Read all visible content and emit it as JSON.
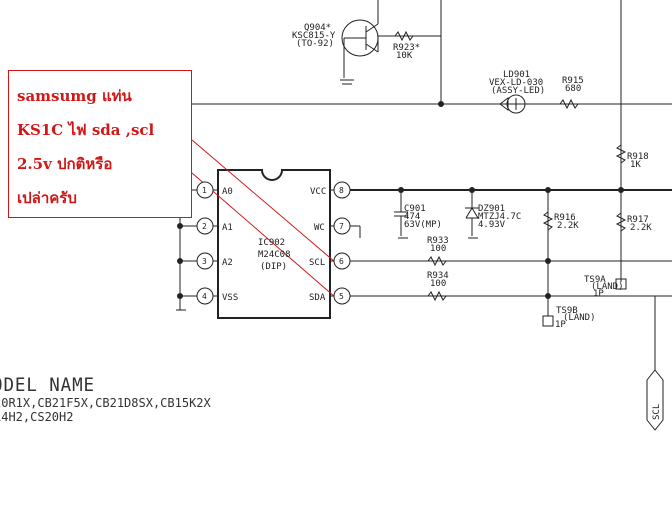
{
  "note": {
    "lines": [
      "samsumg แท่น",
      "KS1C  ไฟ  sda ,scl",
      "2.5v  ปกติหรือ",
      "เปล่าครับ"
    ],
    "color": "#d01818"
  },
  "components": {
    "q904": {
      "name": "Q904*",
      "part": "KSC815-Y",
      "package": "(TO-92)"
    },
    "r923": {
      "name": "R923*",
      "value": "10K"
    },
    "ld901": {
      "name": "LD901",
      "part": "VEX-LD-030",
      "note": "(ASSY-LED)"
    },
    "r915": {
      "name": "R915",
      "value": "680"
    },
    "r918": {
      "name": "R918",
      "value": "1K"
    },
    "r917": {
      "name": "R917",
      "value": "2.2K"
    },
    "r916": {
      "name": "R916",
      "value": "2.2K"
    },
    "c901": {
      "name": "C901",
      "value": "474",
      "rating": "63V(MP)"
    },
    "dz901": {
      "name": "DZ901",
      "part": "MTZJ4.7C",
      "voltage": "4.93V"
    },
    "r933": {
      "name": "R933",
      "value": "100"
    },
    "r934": {
      "name": "R934",
      "value": "100"
    },
    "ts9a": {
      "name": "TS9A",
      "type": "(LAND)",
      "pins": "1P"
    },
    "ts9b": {
      "name": "TS9B",
      "type": "(LAND)",
      "pins": "1P"
    },
    "connector": {
      "label": "SCL"
    }
  },
  "ic": {
    "name": "IC902",
    "part": "M24C08",
    "package": "(DIP)",
    "pins": [
      {
        "num": "1",
        "label": "A0"
      },
      {
        "num": "2",
        "label": "A1"
      },
      {
        "num": "3",
        "label": "A2"
      },
      {
        "num": "4",
        "label": "VSS"
      },
      {
        "num": "8",
        "label": "VCC"
      },
      {
        "num": "7",
        "label": "WC"
      },
      {
        "num": "6",
        "label": "SCL"
      },
      {
        "num": "5",
        "label": "SDA"
      }
    ]
  },
  "model": {
    "title": "ODEL NAME",
    "line1": "20R1X,CB21F5X,CB21D8SX,CB15K2X",
    "line2": "14H2,CS20H2"
  }
}
